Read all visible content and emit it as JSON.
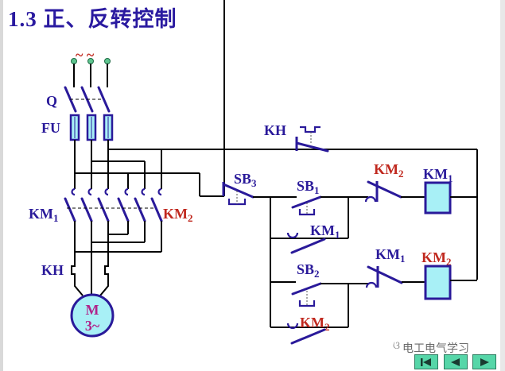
{
  "title": "1.3 正、反转控制",
  "labels": {
    "tilde": "~ ~",
    "q": "Q",
    "fu": "FU",
    "km1_main": "KM",
    "km1_main_sub": "1",
    "km2_main": "KM",
    "km2_main_sub": "2",
    "kh_main": "KH",
    "motor_m": "M",
    "motor_phase": "3~",
    "kh_ctrl": "KH",
    "sb3": "SB",
    "sb3_sub": "3",
    "sb1": "SB",
    "sb1_sub": "1",
    "km1_hold": "KM",
    "km1_hold_sub": "1",
    "sb2": "SB",
    "sb2_sub": "2",
    "km2_hold": "KM",
    "km2_hold_sub": "2",
    "km2_interlock": "KM",
    "km2_interlock_sub": "2",
    "km1_coil": "KM",
    "km1_coil_sub": "1",
    "km1_interlock": "KM",
    "km1_interlock_sub": "1",
    "km2_coil": "KM",
    "km2_coil_sub": "2"
  },
  "watermark": {
    "icon": "wechat-icon",
    "text": "电工电气学习"
  },
  "nav": {
    "first": "first-slide-icon",
    "prev": "previous-slide-icon",
    "next": "next-slide-icon"
  },
  "colors": {
    "title": "#2a1aa0",
    "label_blue": "#2a1a9a",
    "label_red": "#c0281e",
    "coil_fill": "#a8f0f6",
    "nav_fill": "#56d6a8"
  }
}
